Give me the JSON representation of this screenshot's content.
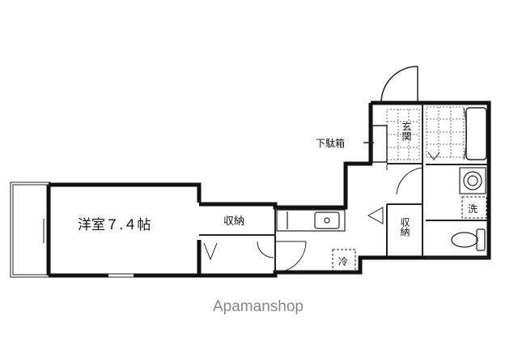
{
  "plan": {
    "rooms": {
      "western_room": "洋室７.４帖",
      "closet_left": "収納",
      "closet_right": "収納",
      "entrance": "玄関",
      "shoe_box": "下駄箱",
      "fridge": "冷",
      "washer": "洗"
    }
  },
  "watermark": "Apamanshop"
}
